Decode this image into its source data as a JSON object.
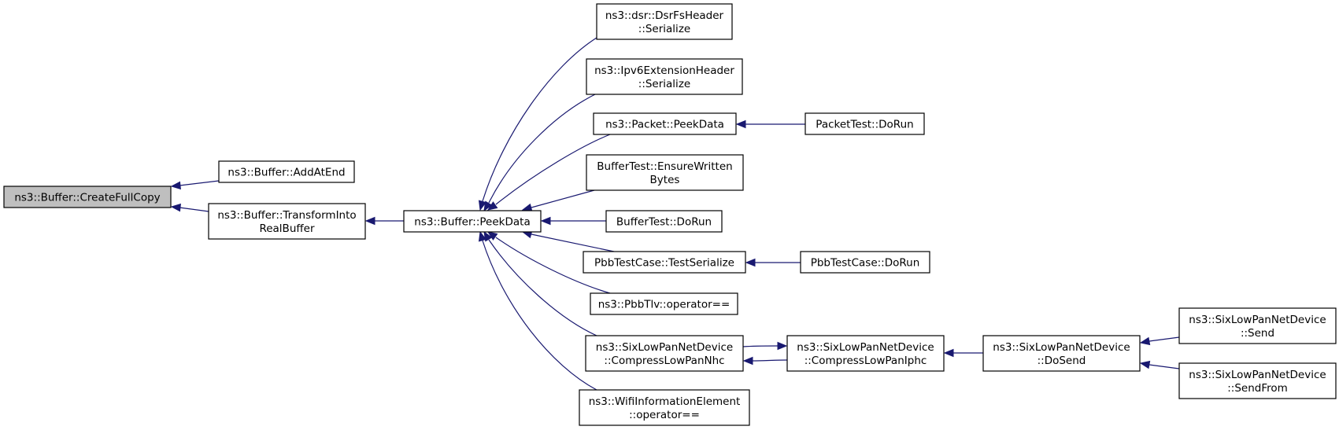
{
  "graph": {
    "nodes": [
      {
        "id": "createfullcopy",
        "lines": [
          "ns3::Buffer::CreateFullCopy"
        ],
        "root": true
      },
      {
        "id": "addatend",
        "lines": [
          "ns3::Buffer::AddAtEnd"
        ]
      },
      {
        "id": "transformintorealbuffer",
        "lines": [
          "ns3::Buffer::TransformInto",
          "RealBuffer"
        ]
      },
      {
        "id": "peekdata",
        "lines": [
          "ns3::Buffer::PeekData"
        ]
      },
      {
        "id": "dsrfsheader-serialize",
        "lines": [
          "ns3::dsr::DsrFsHeader",
          "::Serialize"
        ]
      },
      {
        "id": "ipv6extensionheader-serialize",
        "lines": [
          "ns3::Ipv6ExtensionHeader",
          "::Serialize"
        ]
      },
      {
        "id": "packet-peekdata",
        "lines": [
          "ns3::Packet::PeekData"
        ]
      },
      {
        "id": "buffertest-ensurewrittenbytes",
        "lines": [
          "BufferTest::EnsureWritten",
          "Bytes"
        ]
      },
      {
        "id": "buffertest-dorun",
        "lines": [
          "BufferTest::DoRun"
        ]
      },
      {
        "id": "pbbtestcase-testserialize",
        "lines": [
          "PbbTestCase::TestSerialize"
        ]
      },
      {
        "id": "pbbtlv-operator-eq",
        "lines": [
          "ns3::PbbTlv::operator=="
        ]
      },
      {
        "id": "compresslowpannhc",
        "lines": [
          "ns3::SixLowPanNetDevice",
          "::CompressLowPanNhc"
        ]
      },
      {
        "id": "wifiinformationelement-operator-eq",
        "lines": [
          "ns3::WifiInformationElement",
          "::operator=="
        ]
      },
      {
        "id": "packettest-dorun",
        "lines": [
          "PacketTest::DoRun"
        ]
      },
      {
        "id": "pbbtestcase-dorun",
        "lines": [
          "PbbTestCase::DoRun"
        ]
      },
      {
        "id": "compresslowpaniphc",
        "lines": [
          "ns3::SixLowPanNetDevice",
          "::CompressLowPanIphc"
        ]
      },
      {
        "id": "sixlowpan-dosend",
        "lines": [
          "ns3::SixLowPanNetDevice",
          "::DoSend"
        ]
      },
      {
        "id": "sixlowpan-send",
        "lines": [
          "ns3::SixLowPanNetDevice",
          "::Send"
        ]
      },
      {
        "id": "sixlowpan-sendfrom",
        "lines": [
          "ns3::SixLowPanNetDevice",
          "::SendFrom"
        ]
      }
    ],
    "edges": [
      {
        "from": "addatend",
        "to": "createfullcopy"
      },
      {
        "from": "transformintorealbuffer",
        "to": "createfullcopy"
      },
      {
        "from": "peekdata",
        "to": "transformintorealbuffer"
      },
      {
        "from": "dsrfsheader-serialize",
        "to": "peekdata"
      },
      {
        "from": "ipv6extensionheader-serialize",
        "to": "peekdata"
      },
      {
        "from": "packet-peekdata",
        "to": "peekdata"
      },
      {
        "from": "buffertest-ensurewrittenbytes",
        "to": "peekdata"
      },
      {
        "from": "buffertest-dorun",
        "to": "peekdata"
      },
      {
        "from": "pbbtestcase-testserialize",
        "to": "peekdata"
      },
      {
        "from": "pbbtlv-operator-eq",
        "to": "peekdata"
      },
      {
        "from": "compresslowpannhc",
        "to": "peekdata"
      },
      {
        "from": "wifiinformationelement-operator-eq",
        "to": "peekdata"
      },
      {
        "from": "packettest-dorun",
        "to": "packet-peekdata"
      },
      {
        "from": "pbbtestcase-dorun",
        "to": "pbbtestcase-testserialize"
      },
      {
        "from": "compresslowpaniphc",
        "to": "compresslowpannhc"
      },
      {
        "from": "compresslowpannhc",
        "to": "compresslowpaniphc"
      },
      {
        "from": "sixlowpan-dosend",
        "to": "compresslowpaniphc"
      },
      {
        "from": "sixlowpan-send",
        "to": "sixlowpan-dosend"
      },
      {
        "from": "sixlowpan-sendfrom",
        "to": "sixlowpan-dosend"
      }
    ]
  },
  "colors": {
    "edge": "#191970",
    "root_fill": "#bfbfbf",
    "node_fill": "#ffffff",
    "node_stroke": "#000000"
  }
}
